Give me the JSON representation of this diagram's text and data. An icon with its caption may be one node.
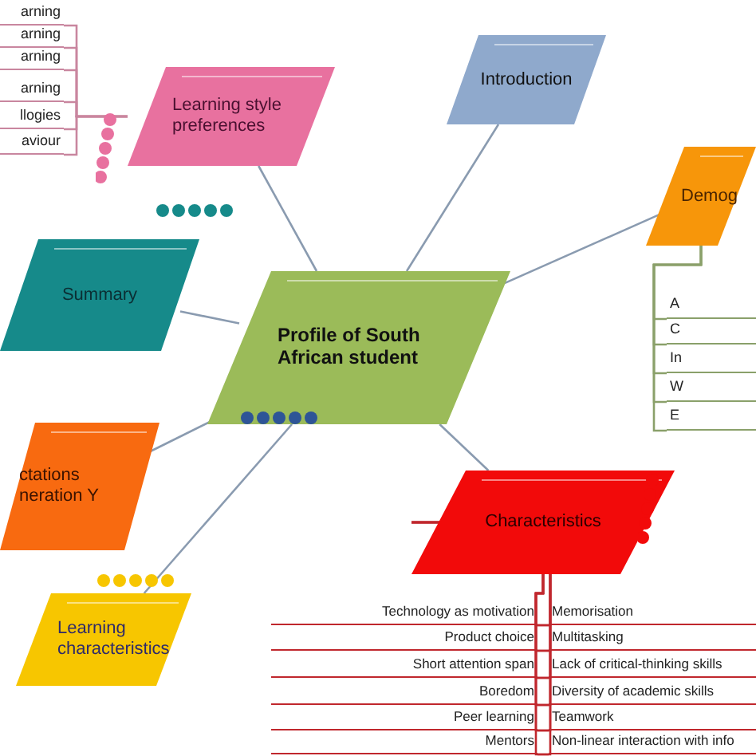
{
  "diagram": {
    "nodes": [
      {
        "text": [
          "Profile of South African student"
        ]
      },
      {
        "text": [
          "Learning style preferences"
        ]
      },
      {
        "text": [
          "Introduction"
        ]
      },
      {
        "text": [
          "Demog"
        ]
      },
      {
        "text": [
          "Summary"
        ]
      },
      {
        "text": [
          "ctations neration Y"
        ]
      },
      {
        "text": [
          "Characteristics"
        ]
      },
      {
        "text": [
          "Learning characteristics"
        ]
      },
      {
        "text": [
          "arning"
        ]
      },
      {
        "text": [
          "arning"
        ]
      },
      {
        "text": [
          "arning"
        ]
      },
      {
        "text": [
          "arning"
        ]
      },
      {
        "text": [
          "llogies"
        ]
      },
      {
        "text": [
          "aviour"
        ]
      },
      {
        "text": [
          "A"
        ]
      },
      {
        "text": [
          "C"
        ]
      },
      {
        "text": [
          "In"
        ]
      },
      {
        "text": [
          "W"
        ]
      },
      {
        "text": [
          "E"
        ]
      },
      {
        "text": [
          "Technology as motivation"
        ]
      },
      {
        "text": [
          "Product choice"
        ]
      },
      {
        "text": [
          "Short attention span"
        ]
      },
      {
        "text": [
          "Boredom"
        ]
      },
      {
        "text": [
          "Peer learning"
        ]
      },
      {
        "text": [
          "Mentors"
        ]
      },
      {
        "text": [
          "Memorisation"
        ]
      },
      {
        "text": [
          "Multitasking"
        ]
      },
      {
        "text": [
          "Lack of critical-thinking skills"
        ]
      },
      {
        "text": [
          "Diversity of academic skills"
        ]
      },
      {
        "text": [
          "Teamwork"
        ]
      },
      {
        "text": [
          "Non-linear interaction with info"
        ]
      }
    ],
    "edges": [
      {
        "from": 0,
        "to": 1,
        "arrow": "none",
        "color": "#8a9bb0"
      },
      {
        "from": 0,
        "to": 2,
        "arrow": "none",
        "color": "#8a9bb0"
      },
      {
        "from": 0,
        "to": 3,
        "arrow": "none",
        "color": "#8a9bb0"
      },
      {
        "from": 0,
        "to": 4,
        "arrow": "none",
        "color": "#8a9bb0"
      },
      {
        "from": 0,
        "to": 5,
        "arrow": "none",
        "color": "#8a9bb0"
      },
      {
        "from": 0,
        "to": 6,
        "arrow": "none",
        "color": "#8a9bb0"
      },
      {
        "from": 0,
        "to": 7,
        "arrow": "none",
        "color": "#8a9bb0"
      },
      {
        "from": 1,
        "to": 8,
        "arrow": "none",
        "color": "#c9869f"
      },
      {
        "from": 1,
        "to": 9,
        "arrow": "none",
        "color": "#c9869f"
      },
      {
        "from": 1,
        "to": 10,
        "arrow": "none",
        "color": "#c9869f"
      },
      {
        "from": 1,
        "to": 11,
        "arrow": "none",
        "color": "#c9869f"
      },
      {
        "from": 1,
        "to": 12,
        "arrow": "none",
        "color": "#c9869f"
      },
      {
        "from": 1,
        "to": 13,
        "arrow": "none",
        "color": "#c9869f"
      },
      {
        "from": 3,
        "to": 14,
        "arrow": "none",
        "color": "#8aa06a"
      },
      {
        "from": 3,
        "to": 15,
        "arrow": "none",
        "color": "#8aa06a"
      },
      {
        "from": 3,
        "to": 16,
        "arrow": "none",
        "color": "#8aa06a"
      },
      {
        "from": 3,
        "to": 17,
        "arrow": "none",
        "color": "#8aa06a"
      },
      {
        "from": 3,
        "to": 18,
        "arrow": "none",
        "color": "#8aa06a"
      },
      {
        "from": 6,
        "to": 19,
        "arrow": "none",
        "color": "#c0272d"
      },
      {
        "from": 6,
        "to": 20,
        "arrow": "none",
        "color": "#c0272d"
      },
      {
        "from": 6,
        "to": 21,
        "arrow": "none",
        "color": "#c0272d"
      },
      {
        "from": 6,
        "to": 22,
        "arrow": "none",
        "color": "#c0272d"
      },
      {
        "from": 6,
        "to": 23,
        "arrow": "none",
        "color": "#c0272d"
      },
      {
        "from": 6,
        "to": 24,
        "arrow": "none",
        "color": "#c0272d"
      },
      {
        "from": 6,
        "to": 25,
        "arrow": "none",
        "color": "#c0272d"
      },
      {
        "from": 6,
        "to": 26,
        "arrow": "none",
        "color": "#c0272d"
      },
      {
        "from": 6,
        "to": 27,
        "arrow": "none",
        "color": "#c0272d"
      },
      {
        "from": 6,
        "to": 28,
        "arrow": "none",
        "color": "#c0272d"
      },
      {
        "from": 6,
        "to": 29,
        "arrow": "none",
        "color": "#c0272d"
      },
      {
        "from": 6,
        "to": 30,
        "arrow": "none",
        "color": "#c0272d"
      }
    ]
  }
}
